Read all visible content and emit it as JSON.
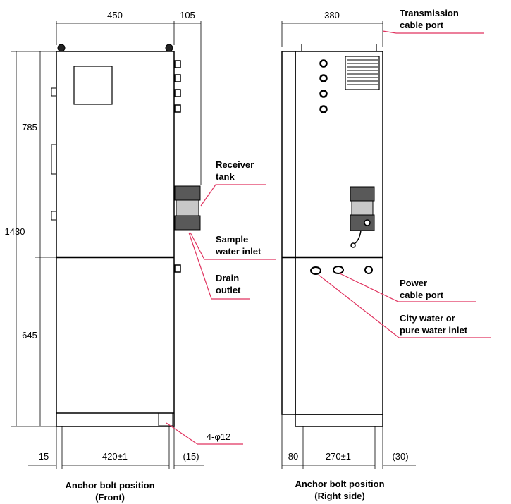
{
  "dimensions": {
    "front_width": "450",
    "side_extension": "105",
    "side_depth": "380",
    "upper_height": "785",
    "total_height": "1430",
    "lower_height": "645",
    "front_left_margin": "15",
    "front_bolt_span": "420±1",
    "front_right_margin": "(15)",
    "bolt_holes": "4-φ12",
    "side_left_margin": "80",
    "side_bolt_span": "270±1",
    "side_right_margin": "(30)"
  },
  "labels": {
    "transmission": [
      "Transmission",
      "cable port"
    ],
    "receiver": [
      "Receiver",
      "tank"
    ],
    "sample": [
      "Sample",
      "water inlet"
    ],
    "drain": [
      "Drain",
      "outlet"
    ],
    "power": [
      "Power",
      "cable port"
    ],
    "city": [
      "City water or",
      "pure water inlet"
    ]
  },
  "captions": {
    "front": [
      "Anchor bolt position",
      "(Front)"
    ],
    "side": [
      "Anchor bolt position",
      "(Right side)"
    ]
  },
  "colors": {
    "leader": "#e0335f",
    "outline": "#000000",
    "tank": "#595959",
    "tank_light": "#c8c8c8"
  }
}
